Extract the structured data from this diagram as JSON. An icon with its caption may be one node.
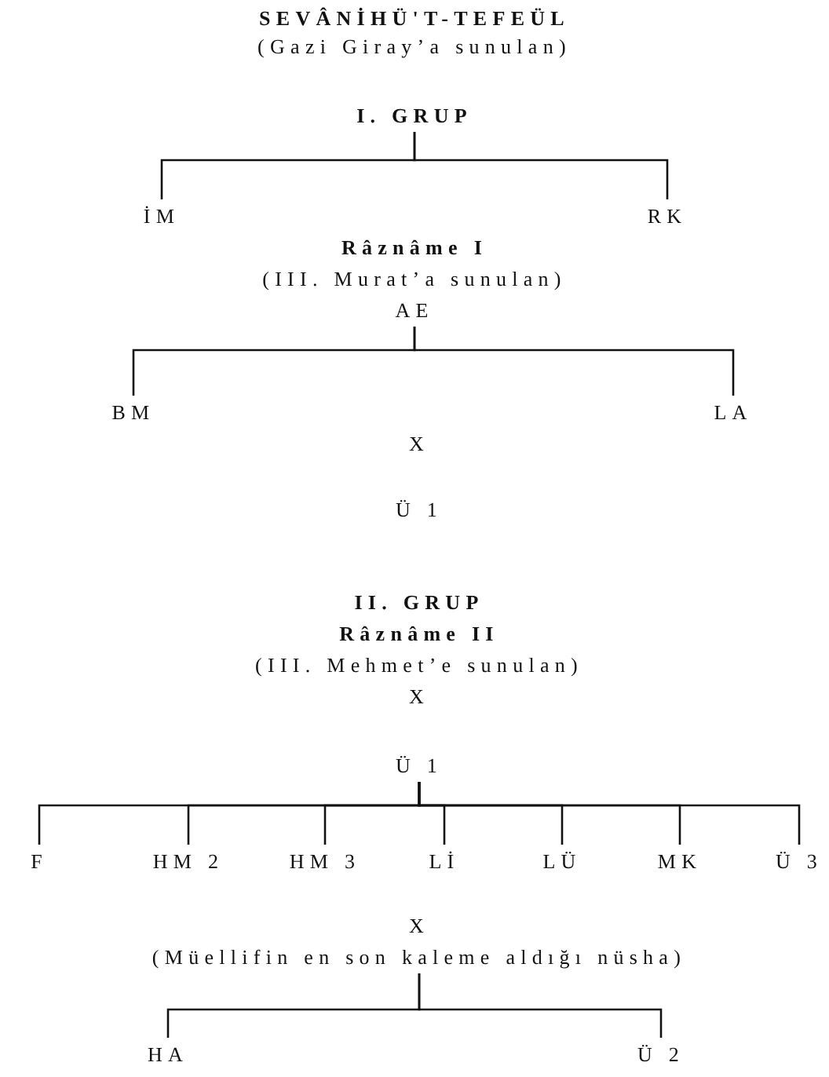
{
  "diagram": {
    "title": "SEVÂNİHÜ'T-TEFEÜL",
    "nodes": [
      {
        "text": [
          "I. GRUP"
        ]
      },
      {
        "text": [
          "İM"
        ]
      },
      {
        "text": [
          "RK"
        ]
      },
      {
        "text": [
          "Râznâme I",
          "(III. Murat’a sunulan)",
          "AE"
        ]
      },
      {
        "text": [
          "BM"
        ]
      },
      {
        "text": [
          "LA"
        ]
      },
      {
        "text": [
          "X"
        ]
      },
      {
        "text": [
          "Ü 1"
        ]
      },
      {
        "text": [
          "II. GRUP",
          "Râznâme II",
          "(III. Mehmet’e sunulan)",
          "X"
        ]
      },
      {
        "text": [
          "Ü 1"
        ]
      },
      {
        "text": [
          "F"
        ]
      },
      {
        "text": [
          "HM 2"
        ]
      },
      {
        "text": [
          "HM 3"
        ]
      },
      {
        "text": [
          "Lİ"
        ]
      },
      {
        "text": [
          "LÜ"
        ]
      },
      {
        "text": [
          "MK"
        ]
      },
      {
        "text": [
          "Ü 3"
        ]
      },
      {
        "text": [
          "X",
          "(Müellifin en son kaleme aldığı nüsha)"
        ]
      },
      {
        "text": [
          "HA"
        ]
      },
      {
        "text": [
          "Ü 2"
        ]
      }
    ],
    "edges": [
      {
        "from": 0,
        "to": 1,
        "arrow": "none"
      },
      {
        "from": 0,
        "to": 2,
        "arrow": "none"
      },
      {
        "from": 3,
        "to": 4,
        "arrow": "none"
      },
      {
        "from": 3,
        "to": 5,
        "arrow": "none"
      },
      {
        "from": 9,
        "to": 10,
        "arrow": "none"
      },
      {
        "from": 9,
        "to": 11,
        "arrow": "none"
      },
      {
        "from": 9,
        "to": 12,
        "arrow": "none"
      },
      {
        "from": 9,
        "to": 13,
        "arrow": "none"
      },
      {
        "from": 9,
        "to": 14,
        "arrow": "none"
      },
      {
        "from": 9,
        "to": 15,
        "arrow": "none"
      },
      {
        "from": 9,
        "to": 16,
        "arrow": "none"
      },
      {
        "from": 17,
        "to": 18,
        "arrow": "none"
      },
      {
        "from": 17,
        "to": 19,
        "arrow": "none"
      }
    ],
    "labels": [
      "(Gazi Giray’a sunulan)"
    ]
  }
}
